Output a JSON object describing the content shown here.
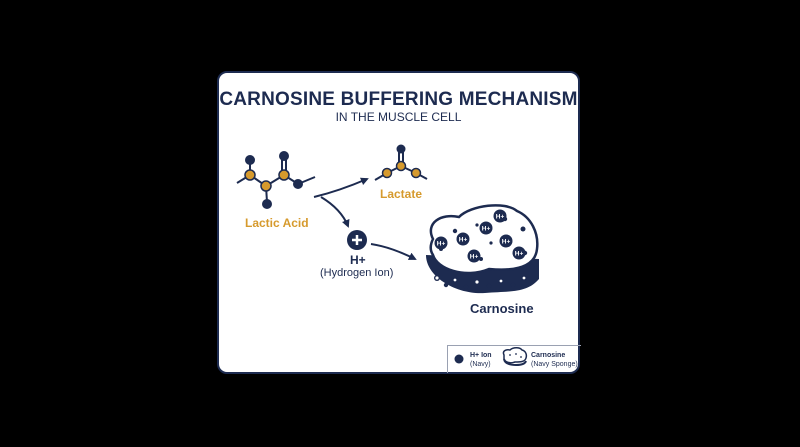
{
  "title": "CARNOSINE BUFFERING MECHANISM",
  "subtitle": "IN THE MUSCLE CELL",
  "labels": {
    "lactic_acid": "Lactic Acid",
    "lactate": "Lactate",
    "hplus": "H+",
    "hydrogen_ion": "(Hydrogen Ion)",
    "carnosine": "Carnosine",
    "ion_symbol": "+",
    "sponge_ion": "H+"
  },
  "legend": {
    "ion_label": "H+ Ion",
    "ion_sub": "(Navy)",
    "sponge_label": "Carnosine",
    "sponge_sub": "(Navy Sponge)"
  },
  "colors": {
    "navy": "#1d2b50",
    "gold": "#d69a2d",
    "background": "#000000",
    "card": "#ffffff"
  }
}
